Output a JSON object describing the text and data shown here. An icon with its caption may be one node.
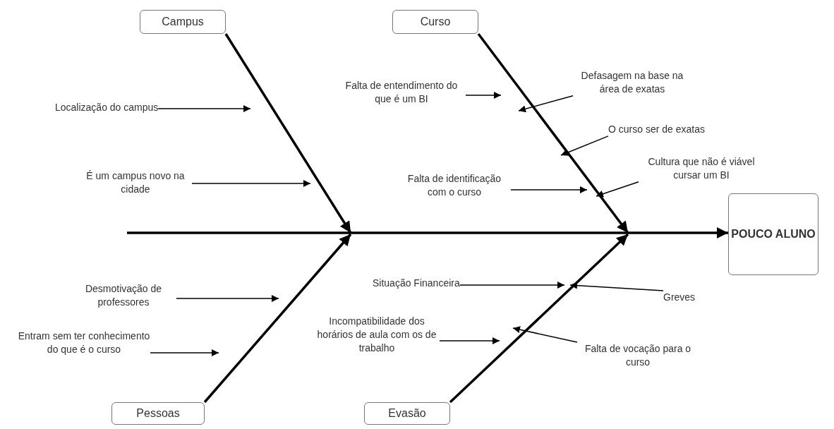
{
  "diagram": {
    "nodes": [
      {
        "text": [
          "Campus"
        ]
      },
      {
        "text": [
          "Curso"
        ]
      },
      {
        "text": [
          "Falta de entendimento do que é um BI"
        ]
      },
      {
        "text": [
          "Defasagem na base na área de exatas"
        ]
      },
      {
        "text": [
          "Localização do campus"
        ]
      },
      {
        "text": [
          "O curso ser de exatas"
        ]
      },
      {
        "text": [
          "É um campus novo na cidade"
        ]
      },
      {
        "text": [
          "Cultura que não é viável cursar um BI"
        ]
      },
      {
        "text": [
          "Falta de identificação com o curso"
        ]
      },
      {
        "text": [
          "POUCO ALUNO"
        ]
      },
      {
        "text": [
          "Situação Financeira"
        ]
      },
      {
        "text": [
          "Desmotivação de professores"
        ]
      },
      {
        "text": [
          "Greves"
        ]
      },
      {
        "text": [
          "Incompatibilidade dos horários de aula com os de trabalho"
        ]
      },
      {
        "text": [
          "Entram sem ter conhecimento do que é o curso"
        ]
      },
      {
        "text": [
          "Falta de vocação para o curso"
        ]
      },
      {
        "text": [
          "Pessoas"
        ]
      },
      {
        "text": [
          "Evasão"
        ]
      }
    ],
    "edges": [
      {
        "from": null,
        "to": 9,
        "arrow": "to",
        "style": "thick"
      },
      {
        "from": 0,
        "to": null,
        "arrow": "to",
        "style": "thick"
      },
      {
        "from": 1,
        "to": null,
        "arrow": "to",
        "style": "thick"
      },
      {
        "from": 16,
        "to": null,
        "arrow": "to",
        "style": "thick"
      },
      {
        "from": 17,
        "to": null,
        "arrow": "to",
        "style": "thick"
      },
      {
        "from": 4,
        "to": null,
        "arrow": "to"
      },
      {
        "from": 6,
        "to": null,
        "arrow": "to"
      },
      {
        "from": 2,
        "to": null,
        "arrow": "to"
      },
      {
        "from": 3,
        "to": null,
        "arrow": "to"
      },
      {
        "from": 5,
        "to": null,
        "arrow": "to"
      },
      {
        "from": 8,
        "to": null,
        "arrow": "to"
      },
      {
        "from": 7,
        "to": null,
        "arrow": "to"
      },
      {
        "from": 11,
        "to": null,
        "arrow": "to"
      },
      {
        "from": 14,
        "to": null,
        "arrow": "to"
      },
      {
        "from": 10,
        "to": null,
        "arrow": "to"
      },
      {
        "from": 12,
        "to": null,
        "arrow": "to"
      },
      {
        "from": 13,
        "to": null,
        "arrow": "to"
      },
      {
        "from": 15,
        "to": null,
        "arrow": "to"
      }
    ]
  }
}
